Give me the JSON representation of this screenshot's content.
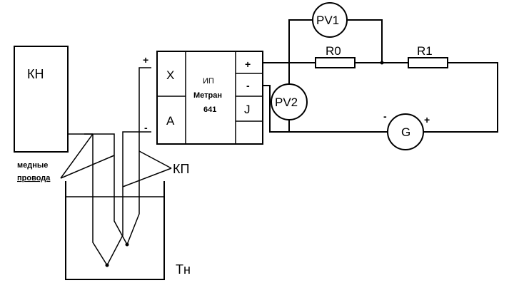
{
  "labels": {
    "kn": "КН",
    "wires_line1": "медные",
    "wires_line2": "провода",
    "kp": "КП",
    "tn": "Тн",
    "ip_line1": "ИП",
    "ip_line2": "Метран",
    "ip_line3": "641",
    "in_x": "X",
    "in_a": "A",
    "out_plus": "+",
    "out_minus": "-",
    "out_current": "J",
    "pv1": "PV1",
    "pv2": "PV2",
    "r0": "R0",
    "r1": "R1",
    "galv": "G",
    "plus_in": "+",
    "minus_in": "-",
    "galv_minus": "-",
    "galv_plus": "+"
  }
}
